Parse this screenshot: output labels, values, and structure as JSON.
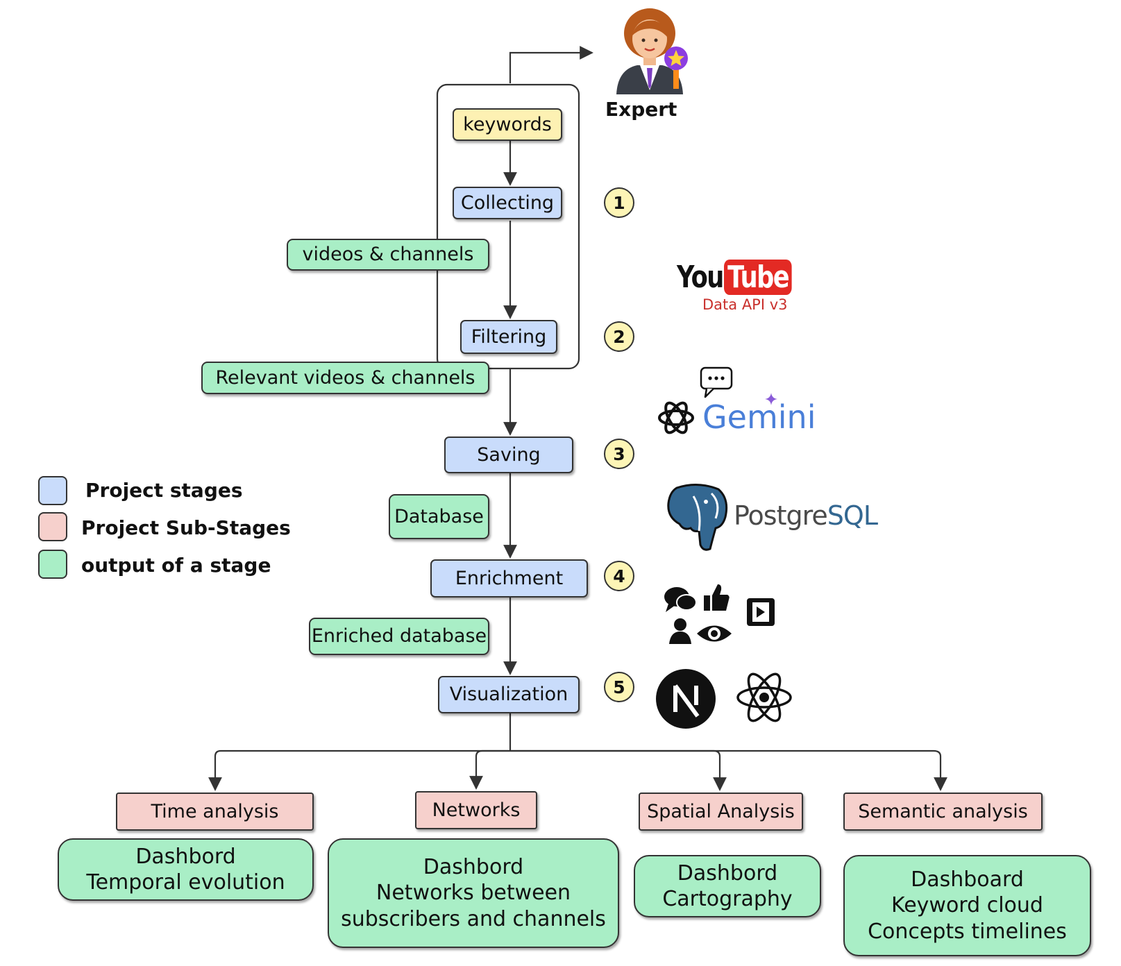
{
  "expert": {
    "label": "Expert"
  },
  "flow": {
    "keywords": "keywords",
    "collecting": "Collecting",
    "videos_channels": "videos & channels",
    "filtering": "Filtering",
    "relevant": "Relevant videos & channels",
    "saving": "Saving",
    "database": "Database",
    "enrichment": "Enrichment",
    "enriched_db": "Enriched database",
    "visualization": "Visualization"
  },
  "steps": [
    "1",
    "2",
    "3",
    "4",
    "5"
  ],
  "legend": [
    {
      "label": "Project stages",
      "color": "#c9dcfb"
    },
    {
      "label": "Project Sub-Stages",
      "color": "#f6d0cc"
    },
    {
      "label": "output of a stage",
      "color": "#a9eec6"
    }
  ],
  "logos": {
    "youtube_you": "You",
    "youtube_tube": "Tube",
    "youtube_api": "Data API v3",
    "gemini": "Gemini",
    "postgres_a": "Postgre",
    "postgres_b": "SQL",
    "colors": {
      "youtube_red": "#e32a24",
      "postgres_blue": "#336791",
      "gemini_blue": "#4a7fd8"
    }
  },
  "substages": [
    {
      "label": "Time analysis",
      "output": "Dashbord\nTemporal evolution"
    },
    {
      "label": "Networks",
      "output": "Dashbord\nNetworks between\nsubscribers and channels"
    },
    {
      "label": "Spatial Analysis",
      "output": "Dashbord\nCartography"
    },
    {
      "label": "Semantic analysis",
      "output": "Dashboard\nKeyword cloud\nConcepts timelines"
    }
  ]
}
